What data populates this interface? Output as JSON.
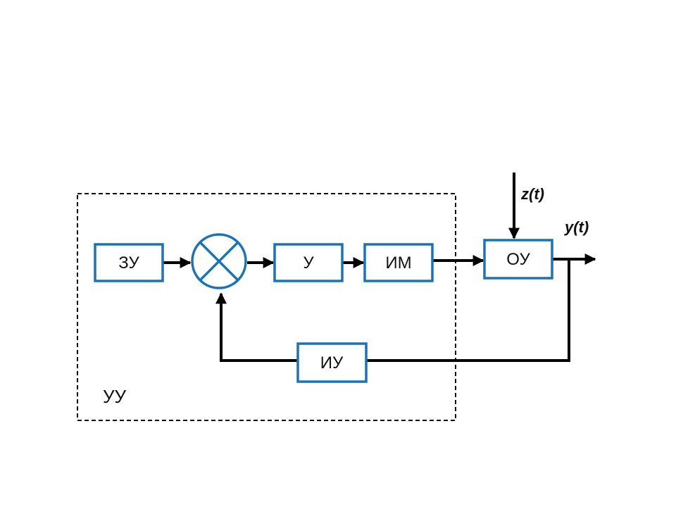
{
  "diagram": {
    "region_label": "УУ",
    "blocks": {
      "zu": "ЗУ",
      "u": "У",
      "im": "ИМ",
      "ou": "ОУ",
      "iu": "ИУ"
    },
    "signals": {
      "disturbance": "z(t)",
      "output": "y(t)"
    },
    "colors": {
      "block_border": "#1a73b8",
      "wire": "#000000"
    }
  }
}
